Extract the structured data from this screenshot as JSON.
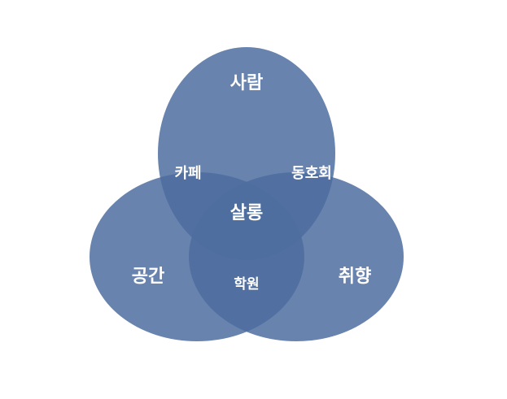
{
  "diagram": {
    "type": "venn",
    "colors": {
      "circle_fill": "#4d6d9f",
      "circle_opacity": 0.85,
      "label_color": "#ffffff"
    },
    "sets": {
      "top": "사람",
      "left": "공간",
      "right": "취향"
    },
    "intersections": {
      "top_left": "카페",
      "top_right": "동호회",
      "left_right": "학원",
      "center": "살롱"
    }
  }
}
